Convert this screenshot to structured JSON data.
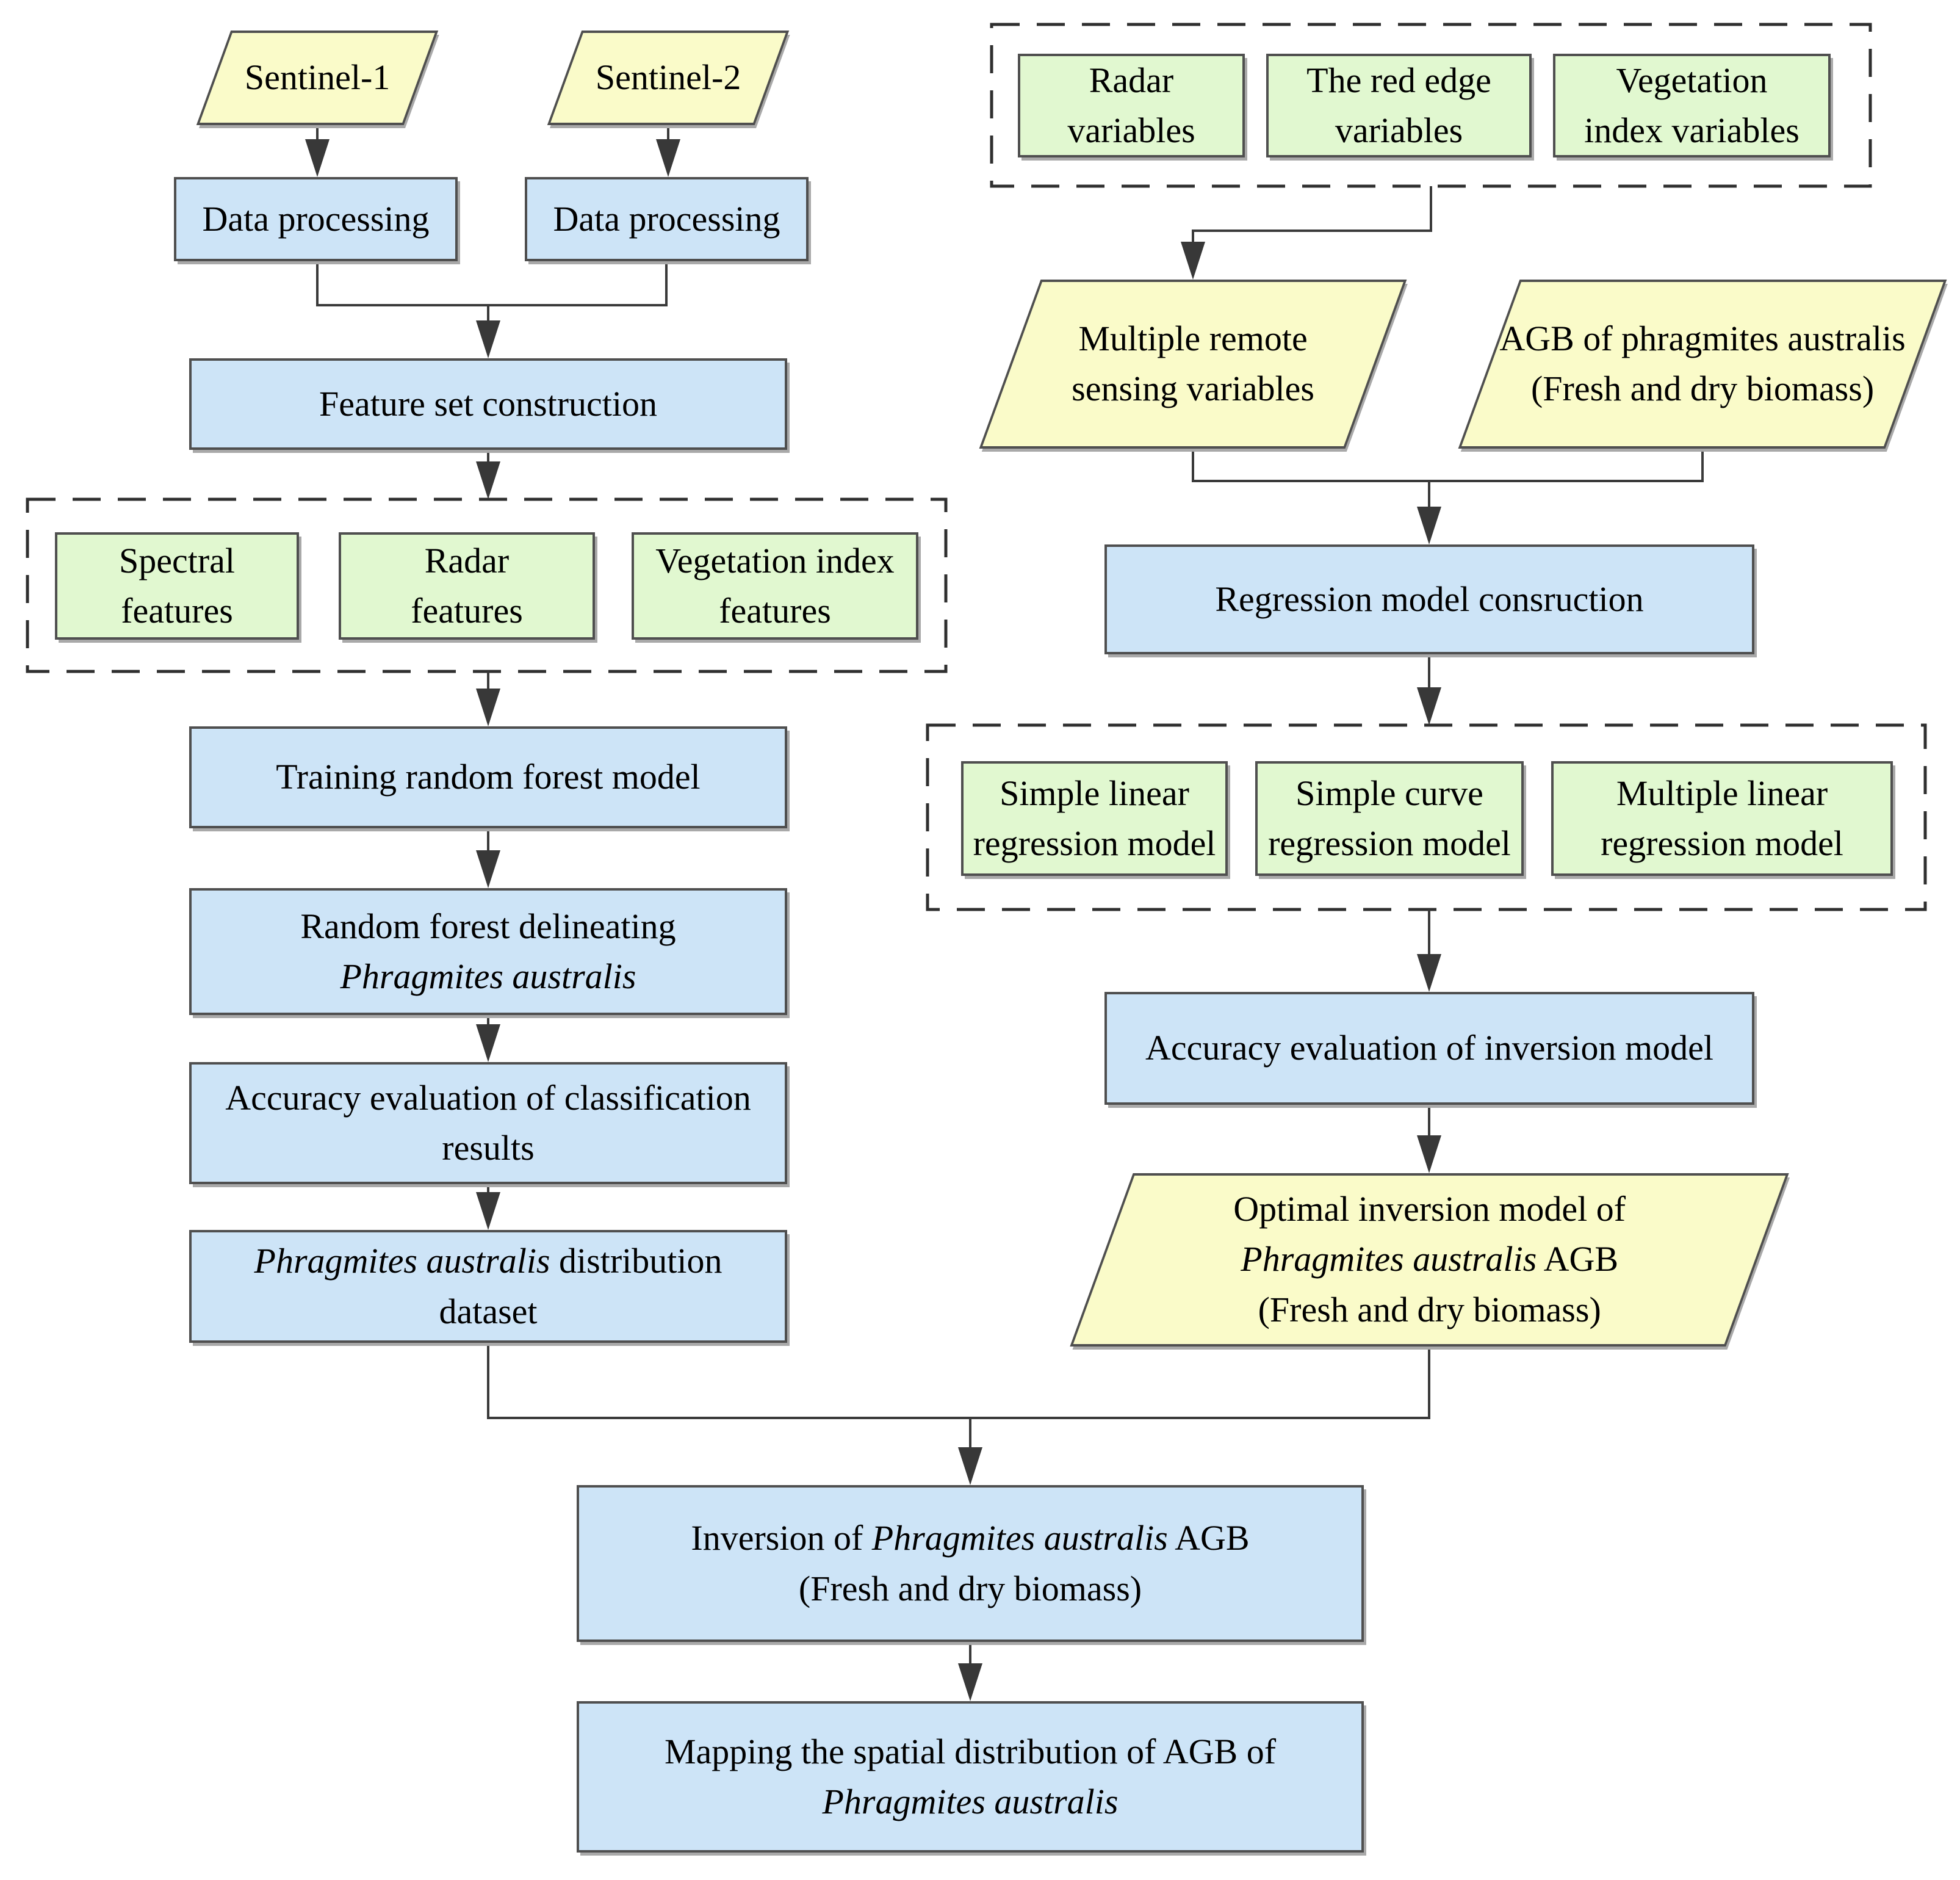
{
  "diagram_title": "Phragmites australis AGB mapping workflow flowchart",
  "colors": {
    "process_fill": "#cde4f7",
    "variable_fill": "#e1f8d0",
    "data_fill": "#fafbc9",
    "box_border": "#4f4f4f",
    "connector_line": "#3a3a3a",
    "dashed_border": "#2f2f2f",
    "text": "#000000",
    "background": "#ffffff"
  },
  "nodes": {
    "sentinel1": {
      "label": "Sentinel-1"
    },
    "sentinel2": {
      "label": "Sentinel-2"
    },
    "dataProcessing1": {
      "label": "Data processing"
    },
    "dataProcessing2": {
      "label": "Data processing"
    },
    "featureSet": {
      "label": "Feature set construction"
    },
    "spectralFeatures": {
      "line1": "Spectral",
      "line2": "features"
    },
    "radarFeatures": {
      "line1": "Radar",
      "line2": "features"
    },
    "vegetationIndexFeatures": {
      "line1": "Vegetation index",
      "line2": "features"
    },
    "trainingRF": {
      "label": "Training random forest model"
    },
    "rfDelineating": {
      "line1": "Random forest delineating",
      "line2_italic": "Phragmites australis"
    },
    "accuracyClassification": {
      "line1": "Accuracy evaluation of classification",
      "line2": "results"
    },
    "paDataset": {
      "line1_italic": "Phragmites australis",
      "line1_rest": " distribution",
      "line2": "dataset"
    },
    "radarVariables": {
      "line1": "Radar",
      "line2": "variables"
    },
    "redEdgeVariables": {
      "line1": "The red edge",
      "line2": "variables"
    },
    "vegetationIndexVariables": {
      "line1": "Vegetation",
      "line2": "index variables"
    },
    "multipleRemote": {
      "line1": "Multiple remote",
      "line2": "sensing variables"
    },
    "agbSamples": {
      "line1": "AGB of phragmites australis",
      "line2": "(Fresh and dry biomass)"
    },
    "regressionConstruction": {
      "label": "Regression model consruction"
    },
    "simpleLinear": {
      "line1": "Simple linear",
      "line2": "regression model"
    },
    "simpleCurve": {
      "line1": "Simple curve",
      "line2": "regression model"
    },
    "multipleLinear": {
      "line1": "Multiple linear",
      "line2": "regression model"
    },
    "accuracyInversion": {
      "label": "Accuracy evaluation of inversion model"
    },
    "optimalModel": {
      "line1": "Optimal inversion model of",
      "line2_italic": "Phragmites australis",
      "line2_rest": " AGB",
      "line3": "(Fresh and dry biomass)"
    },
    "inversionAGB": {
      "line1_pre": "Inversion of ",
      "line1_italic": "Phragmites australis",
      "line1_post": " AGB",
      "line2": "(Fresh and dry biomass)"
    },
    "mappingAGB": {
      "line1": "Mapping the spatial distribution of AGB of",
      "line2_italic": "Phragmites australis"
    }
  }
}
